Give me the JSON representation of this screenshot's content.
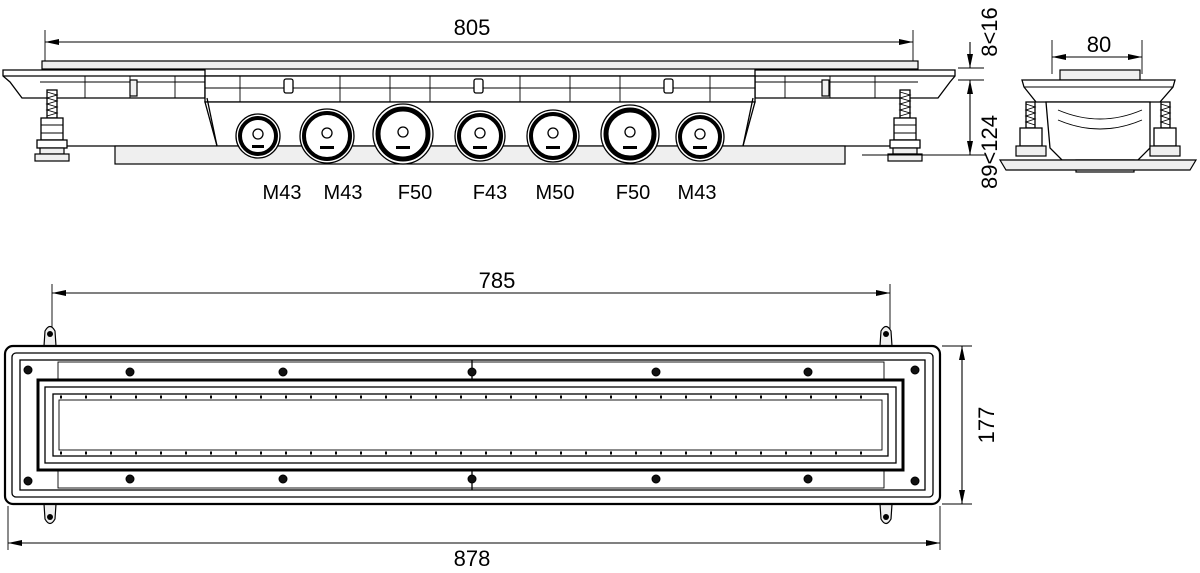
{
  "elevation_view": {
    "length_label": "805",
    "grate_height_label": "8<16",
    "foot_height_label": "89<124",
    "outlet_labels": [
      "M43",
      "M43",
      "F50",
      "F43",
      "M50",
      "F50",
      "M43"
    ]
  },
  "section_view": {
    "width_label": "80"
  },
  "plan_view": {
    "grate_length_label": "785",
    "width_label": "177",
    "overall_length_label": "878"
  }
}
